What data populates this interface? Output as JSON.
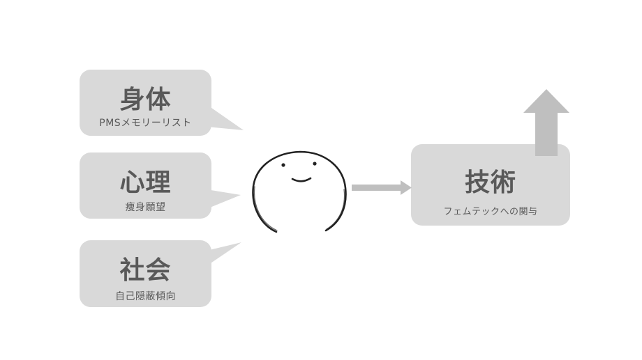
{
  "bubbles": {
    "body": {
      "title": "身体",
      "subtitle": "PMSメモリーリスト"
    },
    "mind": {
      "title": "心理",
      "subtitle": "痩身願望"
    },
    "social": {
      "title": "社会",
      "subtitle": "自己隠蔽傾向"
    }
  },
  "technology": {
    "title": "技術",
    "subtitle": "フェムテックへの関与"
  },
  "colors": {
    "box_fill": "#d9d9d9",
    "text": "#595959",
    "arrow": "#bfbfbf",
    "face_stroke": "#222222"
  },
  "icons": {
    "character": "smiling-face-icon",
    "right_arrow": "arrow-right-icon",
    "up_arrow": "arrow-up-icon"
  }
}
